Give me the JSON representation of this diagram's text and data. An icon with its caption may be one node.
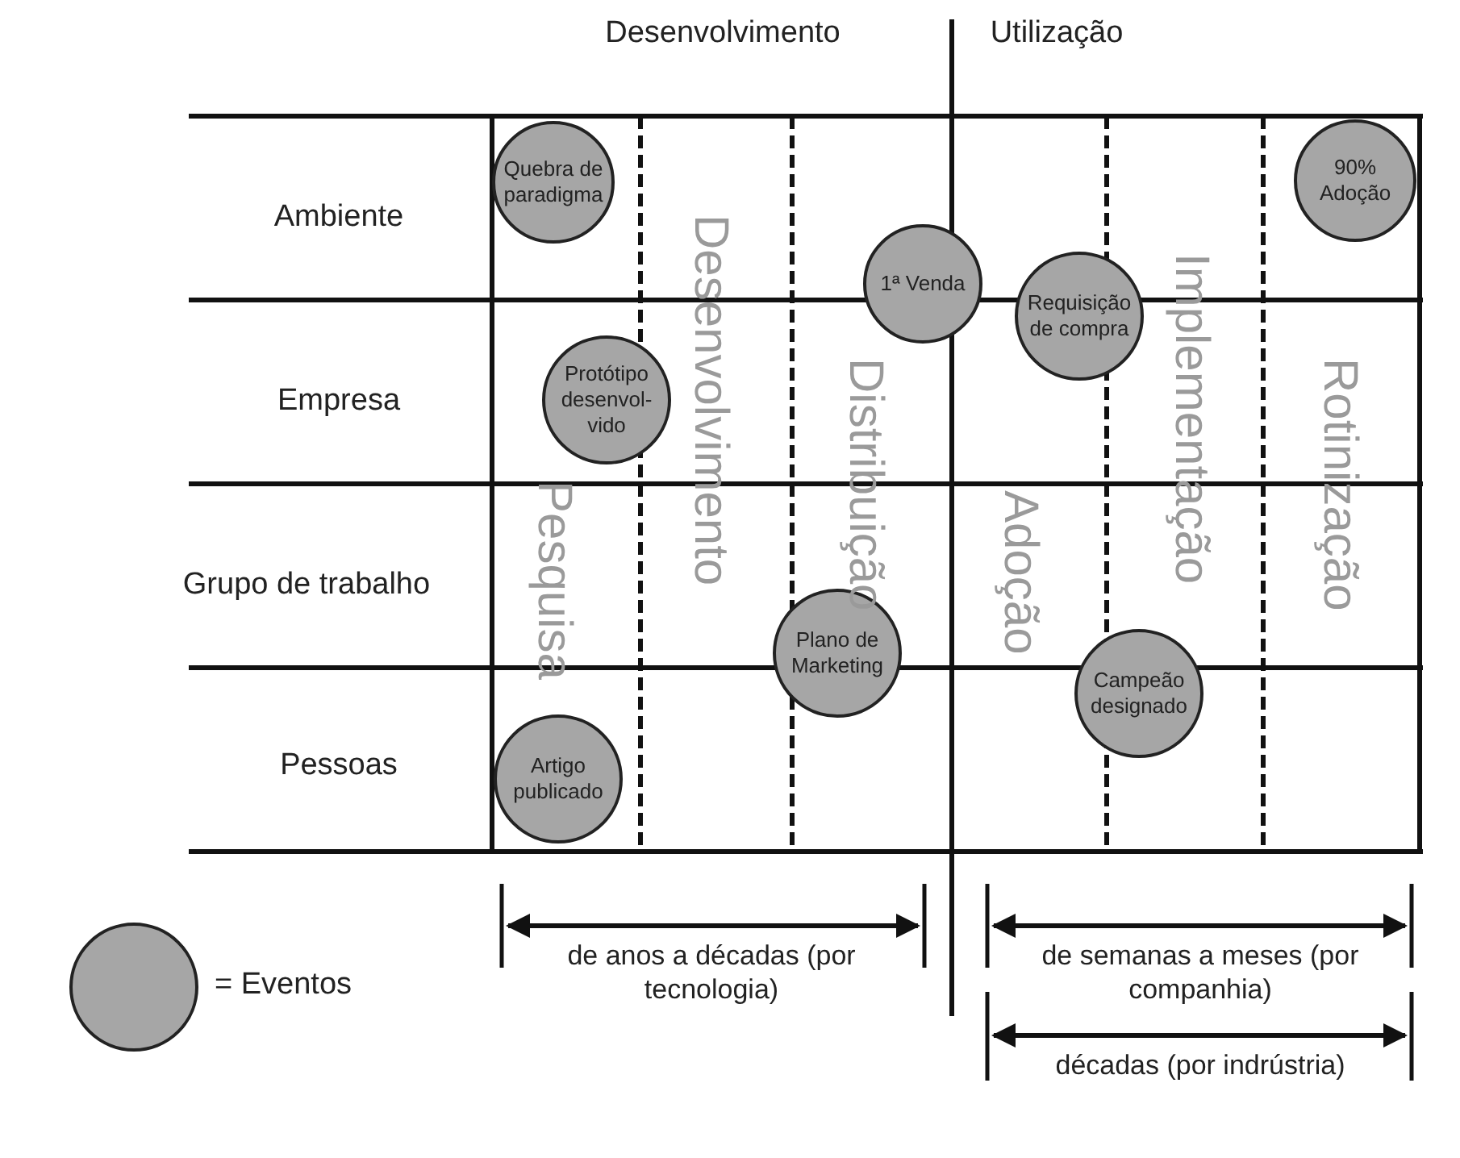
{
  "diagram": {
    "nodes": [
      {
        "text": [
          "Quebra de paradigma"
        ]
      },
      {
        "text": [
          "90% Adoção"
        ]
      },
      {
        "text": [
          "1ª Venda"
        ]
      },
      {
        "text": [
          "Requisição de compra"
        ]
      },
      {
        "text": [
          "Protótipo desenvol-vido"
        ]
      },
      {
        "text": [
          "Plano de Marketing"
        ]
      },
      {
        "text": [
          "Campeão designado"
        ]
      },
      {
        "text": [
          "Artigo publicado"
        ]
      }
    ],
    "labels": [
      "Desenvolvimento",
      "Utilização",
      "Ambiente",
      "Empresa",
      "Grupo de trabalho",
      "Pessoas",
      "Pesquisa",
      "Desenvolvimento",
      "Distribuição",
      "Adoção",
      "Implementação",
      "Rotinização",
      "de anos a décadas (por tecnologia)",
      "de semanas a meses (por companhia)",
      "décadas (por indrústria)"
    ],
    "legend": [
      {
        "text": "= Eventos"
      }
    ]
  }
}
